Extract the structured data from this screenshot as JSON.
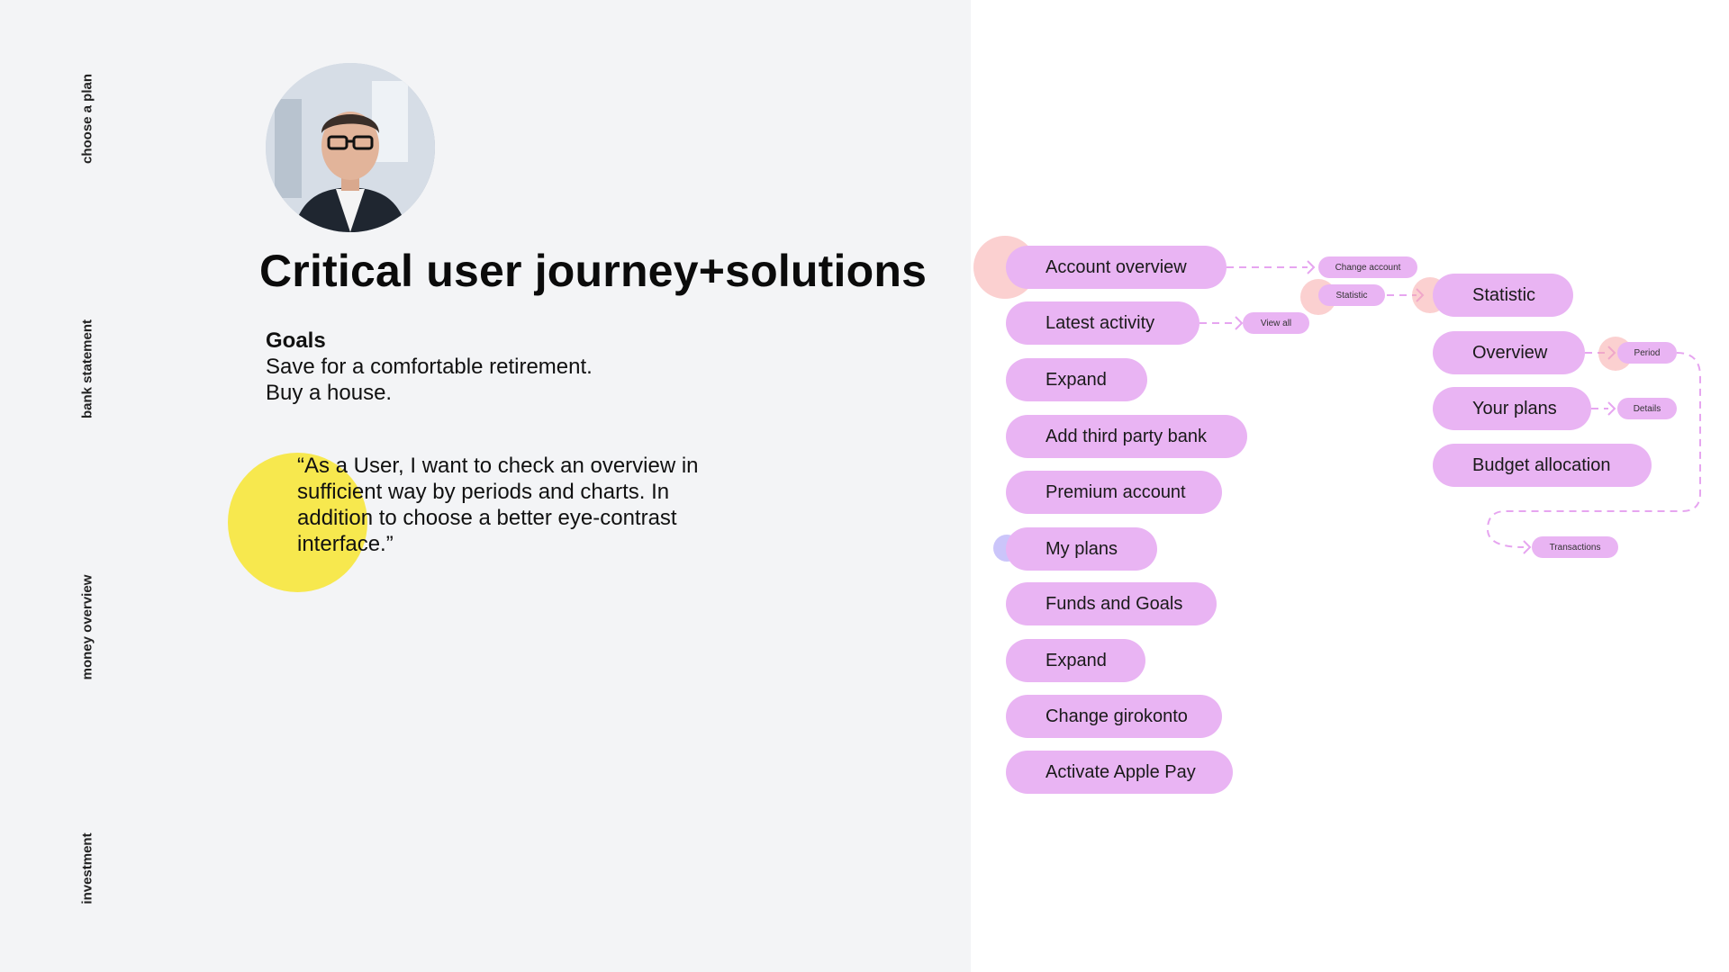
{
  "side_nav": [
    "choose a plan",
    "bank statement",
    "money overview",
    "investment"
  ],
  "title": "Critical user journey+solutions",
  "goals": {
    "heading": "Goals",
    "lines": [
      "Save for a comfortable retirement.",
      "Buy a house."
    ]
  },
  "quote": "“As a User, I want to check an overview in sufficient way by periods and charts. In addition to choose a better eye-contrast interface.”",
  "flow": {
    "column1": [
      "Account overview",
      "Latest activity",
      "Expand",
      "Add third party bank",
      "Premium account",
      "My plans",
      "Funds and Goals",
      "Expand",
      "Change girokonto",
      "Activate Apple Pay"
    ],
    "column2": [
      "Statistic",
      "Overview",
      "Your plans",
      "Budget allocation"
    ],
    "chips": {
      "change_account": "Change account",
      "statistic": "Statistic",
      "view_all": "View all",
      "period": "Period",
      "details": "Details",
      "transactions": "Transactions"
    }
  },
  "colors": {
    "pill": "#e9b4f3",
    "highlight_yellow": "#f7e84e",
    "ring_red": "#f8aaaa",
    "ring_purple": "#a096f5",
    "connector": "#e6a5f0"
  }
}
